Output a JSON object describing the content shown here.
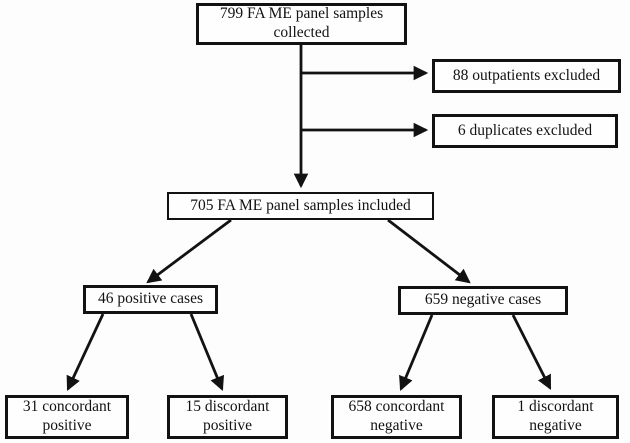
{
  "diagram": {
    "type": "flowchart",
    "ink_color": "#121212",
    "background_color": "#fdfdfd",
    "boxes": {
      "collected": {
        "label": "799 FA ME panel samples collected"
      },
      "outpatients_excluded": {
        "label": "88 outpatients excluded"
      },
      "duplicates_excluded": {
        "label": "6 duplicates excluded"
      },
      "included": {
        "label": "705 FA ME panel samples included"
      },
      "positive_cases": {
        "label": "46 positive cases"
      },
      "negative_cases": {
        "label": "659 negative cases"
      },
      "concordant_positive": {
        "label": "31 concordant positive"
      },
      "discordant_positive": {
        "label": "15 discordant positive"
      },
      "concordant_negative": {
        "label": "658 concordant negative"
      },
      "discordant_negative": {
        "label": "1 discordant negative"
      }
    },
    "edges": [
      {
        "from": "collected",
        "to": "included"
      },
      {
        "from": "collected",
        "to": "outpatients_excluded"
      },
      {
        "from": "collected",
        "to": "duplicates_excluded"
      },
      {
        "from": "included",
        "to": "positive_cases"
      },
      {
        "from": "included",
        "to": "negative_cases"
      },
      {
        "from": "positive_cases",
        "to": "concordant_positive"
      },
      {
        "from": "positive_cases",
        "to": "discordant_positive"
      },
      {
        "from": "negative_cases",
        "to": "concordant_negative"
      },
      {
        "from": "negative_cases",
        "to": "discordant_negative"
      }
    ]
  }
}
